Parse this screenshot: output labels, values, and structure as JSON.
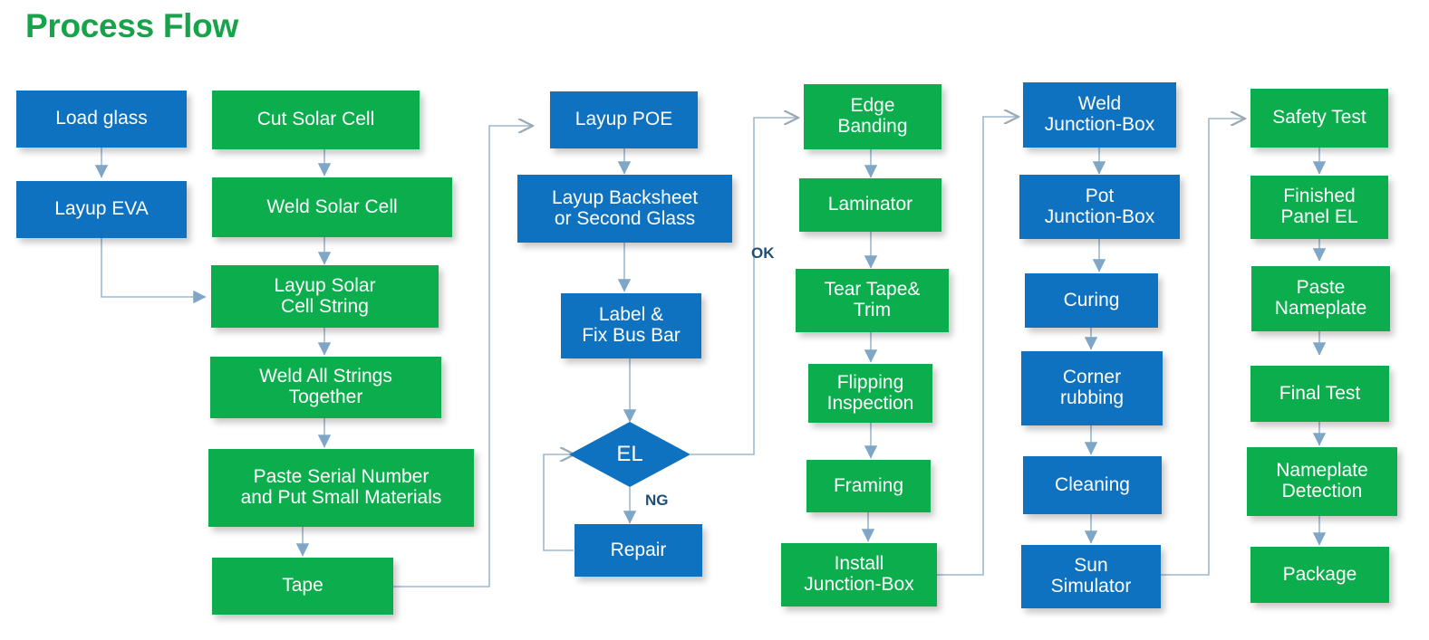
{
  "title": "Process Flow",
  "colors": {
    "blue": "#0F72C0",
    "green": "#0BAD4D",
    "title_green": "#17A34A",
    "connector": "#8FAFCB",
    "label_text": "#1F4E79",
    "background": "#FFFFFF"
  },
  "diagram": {
    "type": "flowchart",
    "orientation": "column-wise left-to-right, top-to-bottom within column",
    "columns": [
      {
        "name": "column-1",
        "nodes": [
          "load-glass",
          "layup-eva"
        ]
      },
      {
        "name": "column-2",
        "nodes": [
          "cut-solar-cell",
          "weld-solar-cell",
          "layup-solar-cell-string",
          "weld-all-strings-together",
          "paste-serial-number",
          "tape"
        ]
      },
      {
        "name": "column-3",
        "nodes": [
          "layup-poe",
          "layup-backsheet",
          "label-fix-bus-bar",
          "el",
          "repair"
        ]
      },
      {
        "name": "column-4",
        "nodes": [
          "edge-banding",
          "laminator",
          "tear-tape-trim",
          "flipping-inspection",
          "framing",
          "install-junction-box"
        ]
      },
      {
        "name": "column-5",
        "nodes": [
          "weld-junction-box",
          "pot-junction-box",
          "curing",
          "corner-rubbing",
          "cleaning",
          "sun-simulator"
        ]
      },
      {
        "name": "column-6",
        "nodes": [
          "safety-test",
          "finished-panel-el",
          "paste-nameplate",
          "final-test",
          "nameplate-detection",
          "package"
        ]
      }
    ],
    "nodes": {
      "load-glass": {
        "label": "Load glass",
        "color": "blue",
        "shape": "rect"
      },
      "layup-eva": {
        "label": "Layup EVA",
        "color": "blue",
        "shape": "rect"
      },
      "cut-solar-cell": {
        "label": "Cut Solar Cell",
        "color": "green",
        "shape": "rect"
      },
      "weld-solar-cell": {
        "label": "Weld Solar Cell",
        "color": "green",
        "shape": "rect"
      },
      "layup-solar-cell-string": {
        "label": "Layup Solar\nCell String",
        "color": "green",
        "shape": "rect"
      },
      "weld-all-strings-together": {
        "label": "Weld All Strings\nTogether",
        "color": "green",
        "shape": "rect"
      },
      "paste-serial-number": {
        "label": "Paste Serial Number\nand Put Small Materials",
        "color": "green",
        "shape": "rect"
      },
      "tape": {
        "label": "Tape",
        "color": "green",
        "shape": "rect"
      },
      "layup-poe": {
        "label": "Layup POE",
        "color": "blue",
        "shape": "rect"
      },
      "layup-backsheet": {
        "label": "Layup Backsheet\nor Second Glass",
        "color": "blue",
        "shape": "rect"
      },
      "label-fix-bus-bar": {
        "label": "Label &\nFix Bus Bar",
        "color": "blue",
        "shape": "rect"
      },
      "el": {
        "label": "EL",
        "color": "blue",
        "shape": "diamond"
      },
      "repair": {
        "label": "Repair",
        "color": "blue",
        "shape": "rect"
      },
      "edge-banding": {
        "label": "Edge\nBanding",
        "color": "green",
        "shape": "rect"
      },
      "laminator": {
        "label": "Laminator",
        "color": "green",
        "shape": "rect"
      },
      "tear-tape-trim": {
        "label": "Tear Tape&\nTrim",
        "color": "green",
        "shape": "rect"
      },
      "flipping-inspection": {
        "label": "Flipping\nInspection",
        "color": "green",
        "shape": "rect"
      },
      "framing": {
        "label": "Framing",
        "color": "green",
        "shape": "rect"
      },
      "install-junction-box": {
        "label": "Install\nJunction-Box",
        "color": "green",
        "shape": "rect"
      },
      "weld-junction-box": {
        "label": "Weld\nJunction-Box",
        "color": "blue",
        "shape": "rect"
      },
      "pot-junction-box": {
        "label": "Pot\nJunction-Box",
        "color": "blue",
        "shape": "rect"
      },
      "curing": {
        "label": "Curing",
        "color": "blue",
        "shape": "rect"
      },
      "corner-rubbing": {
        "label": "Corner\nrubbing",
        "color": "blue",
        "shape": "rect"
      },
      "cleaning": {
        "label": "Cleaning",
        "color": "blue",
        "shape": "rect"
      },
      "sun-simulator": {
        "label": "Sun\nSimulator",
        "color": "blue",
        "shape": "rect"
      },
      "safety-test": {
        "label": "Safety Test",
        "color": "green",
        "shape": "rect"
      },
      "finished-panel-el": {
        "label": "Finished\nPanel EL",
        "color": "green",
        "shape": "rect"
      },
      "paste-nameplate": {
        "label": "Paste\nNameplate",
        "color": "green",
        "shape": "rect"
      },
      "final-test": {
        "label": "Final Test",
        "color": "green",
        "shape": "rect"
      },
      "nameplate-detection": {
        "label": "Nameplate\nDetection",
        "color": "green",
        "shape": "rect"
      },
      "package": {
        "label": "Package",
        "color": "green",
        "shape": "rect"
      }
    },
    "edge_labels": {
      "ok": "OK",
      "ng": "NG"
    },
    "edges": [
      {
        "from": "load-glass",
        "to": "layup-eva"
      },
      {
        "from": "layup-eva",
        "to": "layup-solar-cell-string"
      },
      {
        "from": "cut-solar-cell",
        "to": "weld-solar-cell"
      },
      {
        "from": "weld-solar-cell",
        "to": "layup-solar-cell-string"
      },
      {
        "from": "layup-solar-cell-string",
        "to": "weld-all-strings-together"
      },
      {
        "from": "weld-all-strings-together",
        "to": "paste-serial-number"
      },
      {
        "from": "paste-serial-number",
        "to": "tape"
      },
      {
        "from": "tape",
        "to": "layup-poe"
      },
      {
        "from": "layup-poe",
        "to": "layup-backsheet"
      },
      {
        "from": "layup-backsheet",
        "to": "label-fix-bus-bar"
      },
      {
        "from": "label-fix-bus-bar",
        "to": "el"
      },
      {
        "from": "el",
        "to": "edge-banding",
        "label": "OK"
      },
      {
        "from": "el",
        "to": "repair",
        "label": "NG"
      },
      {
        "from": "repair",
        "to": "el"
      },
      {
        "from": "edge-banding",
        "to": "laminator"
      },
      {
        "from": "laminator",
        "to": "tear-tape-trim"
      },
      {
        "from": "tear-tape-trim",
        "to": "flipping-inspection"
      },
      {
        "from": "flipping-inspection",
        "to": "framing"
      },
      {
        "from": "framing",
        "to": "install-junction-box"
      },
      {
        "from": "install-junction-box",
        "to": "weld-junction-box"
      },
      {
        "from": "weld-junction-box",
        "to": "pot-junction-box"
      },
      {
        "from": "pot-junction-box",
        "to": "curing"
      },
      {
        "from": "curing",
        "to": "corner-rubbing"
      },
      {
        "from": "corner-rubbing",
        "to": "cleaning"
      },
      {
        "from": "cleaning",
        "to": "sun-simulator"
      },
      {
        "from": "sun-simulator",
        "to": "safety-test"
      },
      {
        "from": "safety-test",
        "to": "finished-panel-el"
      },
      {
        "from": "finished-panel-el",
        "to": "paste-nameplate"
      },
      {
        "from": "paste-nameplate",
        "to": "final-test"
      },
      {
        "from": "final-test",
        "to": "nameplate-detection"
      },
      {
        "from": "nameplate-detection",
        "to": "package"
      }
    ]
  }
}
